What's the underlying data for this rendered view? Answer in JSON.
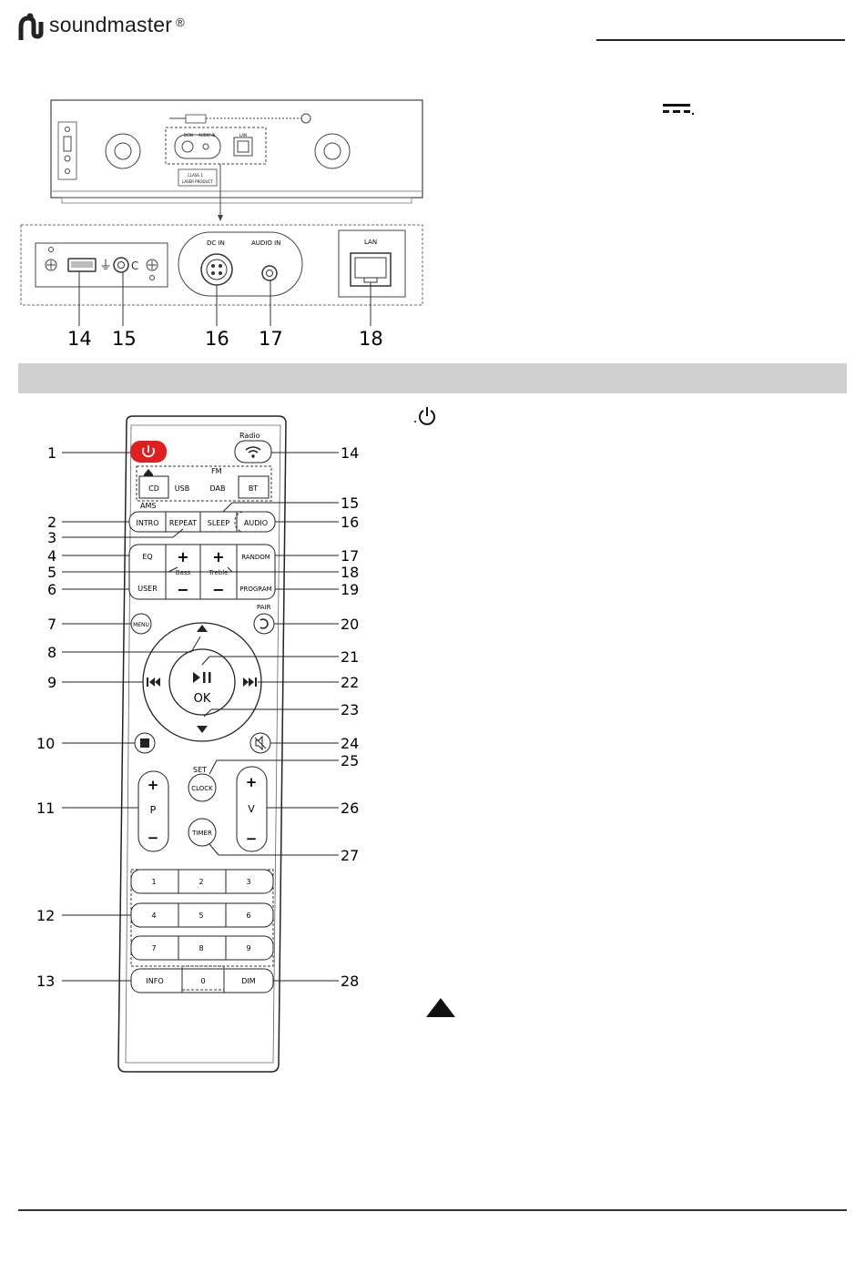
{
  "header": {
    "brand": "soundmaster",
    "registered_mark": "®"
  },
  "rear_panel": {
    "device_small_labels": [
      "CLASS 1",
      "LASER PRODUCT"
    ],
    "port_labels": {
      "dc_in": "DC IN",
      "audio_in": "AUDIO IN",
      "lan": "LAN",
      "lan_small": "LAN",
      "dc_small": "DCIN",
      "audio_small": "AUDIO IN"
    },
    "callouts": [
      "14",
      "15",
      "16",
      "17",
      "18"
    ]
  },
  "remote": {
    "radio_label": "Radio",
    "fm_label": "FM",
    "ams_label": "AMS",
    "source_buttons": [
      "CD",
      "USB",
      "DAB",
      "BT"
    ],
    "row2": [
      "INTRO",
      "REPEAT",
      "SLEEP",
      "AUDIO"
    ],
    "row3_left": "EQ",
    "row3_right": "RANDOM",
    "plus": "+",
    "minus": "−",
    "bass_label": "Bass",
    "treble_label": "Treble",
    "row5_left": "USER",
    "row5_right": "PROGRAM",
    "menu": "MENU",
    "pair_label": "PAIR",
    "ok_label": "OK",
    "set_label": "SET",
    "clock": "CLOCK",
    "timer": "TIMER",
    "p_label": "P",
    "v_label": "V",
    "numpad": [
      "1",
      "2",
      "3",
      "4",
      "5",
      "6",
      "7",
      "8",
      "9"
    ],
    "info": "INFO",
    "zero": "0",
    "dim": "DIM",
    "callouts_left": [
      "1",
      "2",
      "3",
      "4",
      "5",
      "6",
      "7",
      "8",
      "9",
      "10",
      "11",
      "12",
      "13"
    ],
    "callouts_right": [
      "14",
      "15",
      "16",
      "17",
      "18",
      "19",
      "20",
      "21",
      "22",
      "23",
      "24",
      "25",
      "26",
      "27",
      "28"
    ]
  },
  "colors": {
    "power_button": "#e02020",
    "section_bar": "#cfcfcf"
  }
}
